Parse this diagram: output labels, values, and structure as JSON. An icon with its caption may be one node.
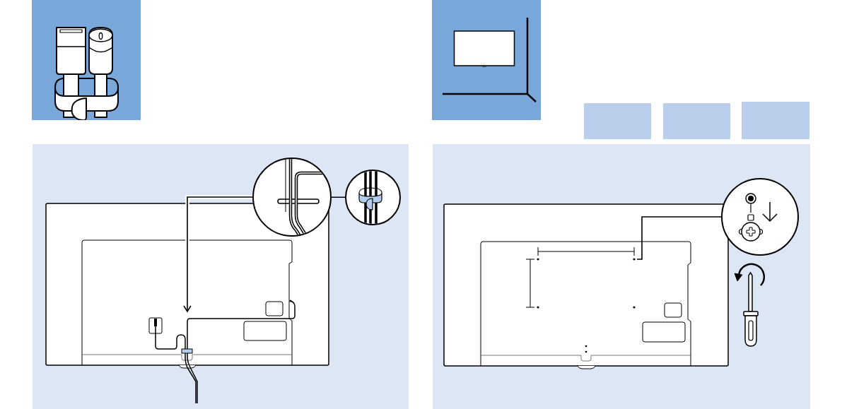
{
  "diagram": {
    "nodes": [
      {
        "text": [],
        "shape": "picture"
      },
      {
        "text": [],
        "shape": "picture"
      },
      {
        "text": [],
        "shape": "box"
      },
      {
        "text": [],
        "shape": "box"
      },
      {
        "text": [],
        "shape": "box"
      },
      {
        "text": [],
        "shape": "box"
      },
      {
        "text": [],
        "shape": "picture",
        "in": 5
      },
      {
        "text": [],
        "shape": "circle",
        "in": 5
      },
      {
        "text": [],
        "shape": "circle",
        "in": 5
      },
      {
        "text": [],
        "shape": "box"
      },
      {
        "text": [],
        "shape": "picture",
        "in": 9
      },
      {
        "text": [],
        "shape": "circle",
        "in": 9
      }
    ],
    "edges": [
      {
        "from": 7,
        "to": 6,
        "arrow": "to"
      },
      {
        "from": 7,
        "to": 8,
        "arrow": "none"
      },
      {
        "from": 11,
        "to": 10,
        "arrow": "none"
      }
    ]
  }
}
